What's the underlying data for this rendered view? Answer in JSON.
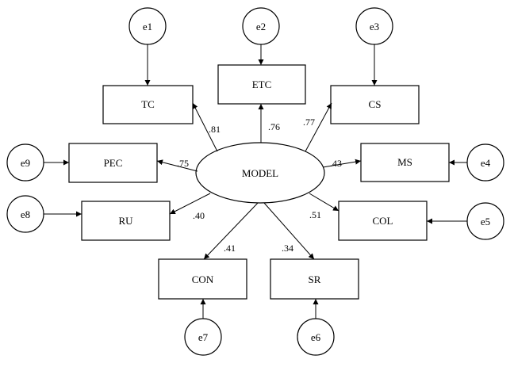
{
  "model": {
    "label": "MODEL"
  },
  "indicators": [
    {
      "id": "TC",
      "label": "TC",
      "loading": ".81",
      "error": "e1"
    },
    {
      "id": "ETC",
      "label": "ETC",
      "loading": ".76",
      "error": "e2"
    },
    {
      "id": "CS",
      "label": "CS",
      "loading": ".77",
      "error": "e3"
    },
    {
      "id": "MS",
      "label": "MS",
      "loading": ".43",
      "error": "e4"
    },
    {
      "id": "COL",
      "label": "COL",
      "loading": ".51",
      "error": "e5"
    },
    {
      "id": "SR",
      "label": "SR",
      "loading": ".34",
      "error": "e6"
    },
    {
      "id": "CON",
      "label": "CON",
      "loading": ".41",
      "error": "e7"
    },
    {
      "id": "RU",
      "label": "RU",
      "loading": ".40",
      "error": "e8"
    },
    {
      "id": "PEC",
      "label": "PEC",
      "loading": ".75",
      "error": "e9"
    }
  ]
}
